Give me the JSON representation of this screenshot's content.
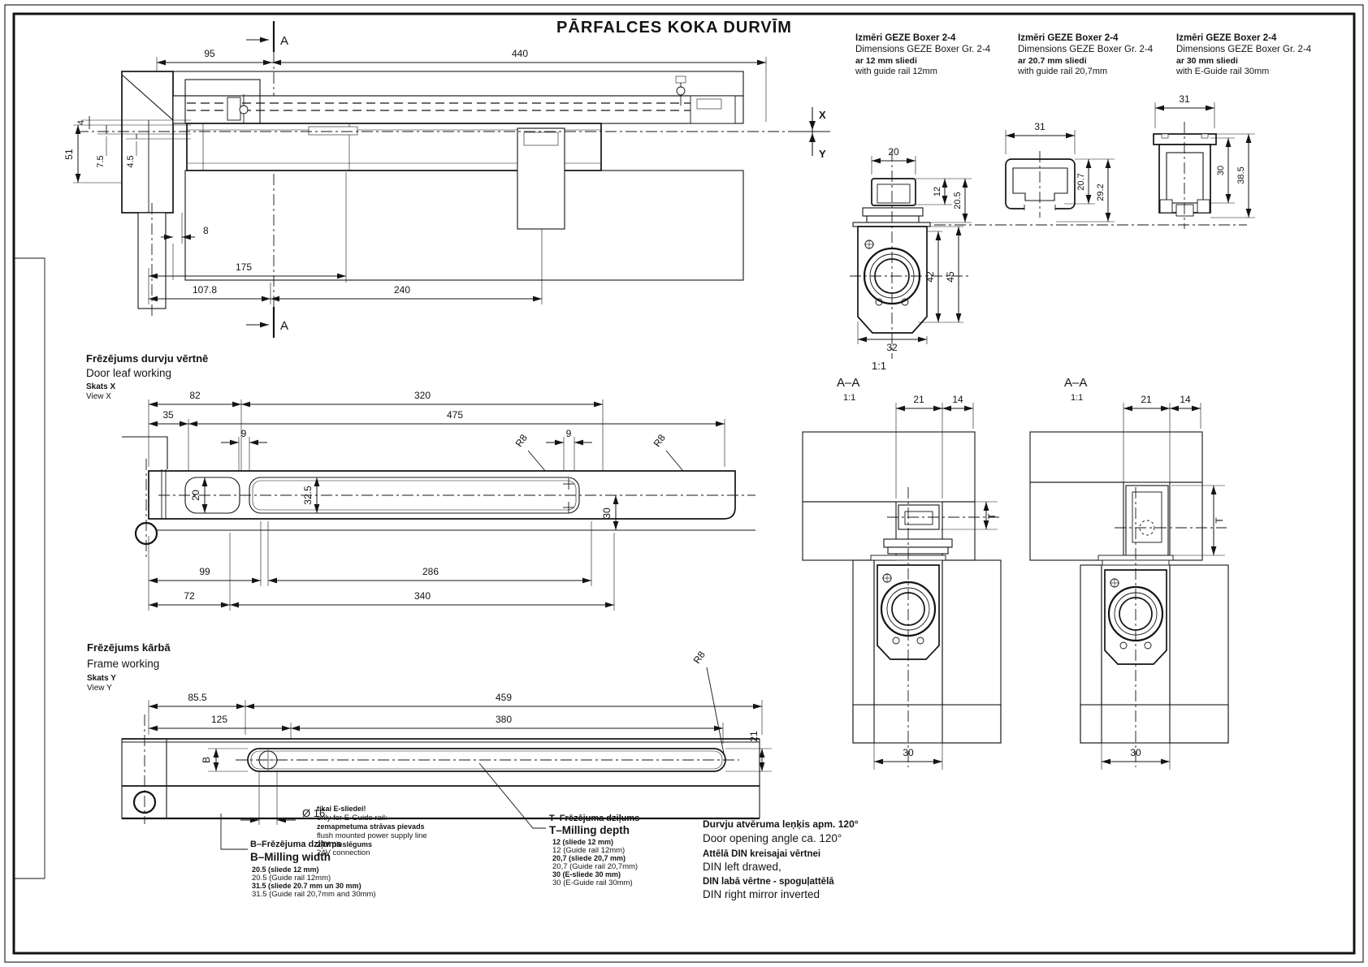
{
  "title": "PĀRFALCES KOKA DURVĪM",
  "specs": [
    {
      "lv": "Izmēri GEZE Boxer 2-4",
      "en": "Dimensions GEZE Boxer Gr. 2-4",
      "lv2": "ar 12 mm sliedi",
      "en2": "with guide rail 12mm"
    },
    {
      "lv": "Izmēri GEZE Boxer 2-4",
      "en": "Dimensions GEZE Boxer Gr. 2-4",
      "lv2": "ar 20.7 mm sliedi",
      "en2": "with guide rail 20,7mm"
    },
    {
      "lv": "Izmēri GEZE Boxer 2-4",
      "en": "Dimensions GEZE Boxer Gr. 2-4",
      "lv2": "ar 30 mm sliedi",
      "en2": "with E-Guide rail 30mm"
    }
  ],
  "top": {
    "d95": "95",
    "d440": "440",
    "a": "A",
    "d4": "4",
    "d51": "51",
    "d75": "7.5",
    "d45": "4.5",
    "d8": "8",
    "d175": "175",
    "d1078": "107.8",
    "d240": "240",
    "x": "X",
    "y": "Y"
  },
  "leaf": {
    "t1": "Frēzējums durvju vērtnē",
    "t2": "Door leaf working",
    "t3": "Skats X",
    "t4": "View X",
    "d82": "82",
    "d320": "320",
    "d35": "35",
    "d475": "475",
    "d9a": "9",
    "d9b": "9",
    "r8a": "R8",
    "r8b": "R8",
    "d20": "20",
    "d325": "32.5",
    "d30": "30",
    "d99": "99",
    "d286": "286",
    "d72": "72",
    "d340": "340"
  },
  "frame": {
    "t1": "Frēzējums kārbā",
    "t2": "Frame working",
    "t3": "Skats Y",
    "t4": "View Y",
    "d855": "85.5",
    "d459": "459",
    "d125": "125",
    "d380": "380",
    "r8": "R8",
    "d21": "21",
    "dia": "Ø 16",
    "b": "B"
  },
  "det1": {
    "d20": "20",
    "d12": "12",
    "d205": "20.5",
    "d42": "42",
    "d45": "45",
    "d32": "32",
    "scale": "1:1"
  },
  "det2": {
    "d31": "31",
    "d207": "20.7",
    "d292": "29.2"
  },
  "det3": {
    "d31": "31",
    "d30": "30",
    "d385": "38.5"
  },
  "aa1": {
    "label": "A–A",
    "scale": "1:1",
    "d21": "21",
    "d14": "14",
    "t": "T",
    "d30": "30"
  },
  "aa2": {
    "label": "A–A",
    "scale": "1:1",
    "d21": "21",
    "d14": "14",
    "t": "T",
    "d30": "30"
  },
  "notes": {
    "e": [
      "tikai E-sliedei!",
      "only for E-Guide rail:",
      "zemapmetuma strāvas pievads",
      "flush mounted power supply line",
      "24V pieslēgums",
      "24V connection"
    ],
    "b": {
      "lv": "B–Frēzējuma dziļums",
      "en": "B–Milling width",
      "l1": "20.5 (sliede 12 mm)",
      "l2": "20.5 (Guide rail 12mm)",
      "l3": "31.5 (sliede 20.7 mm un 30 mm)",
      "l4": "31.5 (Guide rail 20,7mm and 30mm)"
    },
    "t": {
      "lv": "T–Frēzējuma dziļums",
      "en": "T–Milling depth",
      "l1": "12 (sliede 12 mm)",
      "l2": "12 (Guide rail 12mm)",
      "l3": "20,7 (sliede 20,7 mm)",
      "l4": "20,7 (Guide rail 20,7mm)",
      "l5": "30 (E-sliede 30 mm)",
      "l6": "30 (E-Guide rail 30mm)"
    },
    "din": [
      "Durvju atvēruma leņķis apm. 120°",
      "Door opening angle ca. 120°",
      "Attēlā DIN kreisajai vērtnei",
      "DIN left drawed,",
      "DIN labā vērtne - spoguļattēlā",
      "DIN right mirror inverted"
    ]
  }
}
